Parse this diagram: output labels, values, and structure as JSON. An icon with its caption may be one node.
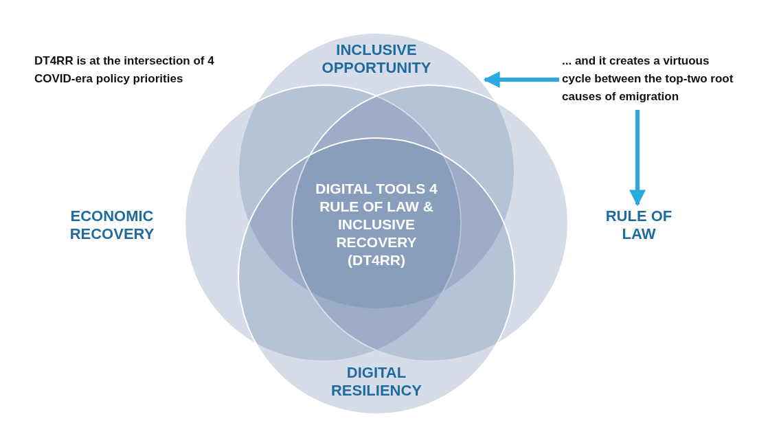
{
  "diagram": {
    "nodes": [
      {
        "text": [
          "INCLUSIVE OPPORTUNITY"
        ]
      },
      {
        "text": [
          "ECONOMIC RECOVERY"
        ]
      },
      {
        "text": [
          "RULE OF LAW"
        ]
      },
      {
        "text": [
          "DIGITAL RESILIENCY"
        ]
      },
      {
        "text": [
          "DIGITAL TOOLS 4 RULE OF LAW & INCLUSIVE RECOVERY (DT4RR)"
        ]
      },
      {
        "text": [
          "... and it creates a virtuous cycle between the top-two root causes of emigration"
        ]
      }
    ],
    "edges": [
      {
        "from": 5,
        "to": 0,
        "arrow": "to"
      },
      {
        "from": 5,
        "to": 2,
        "arrow": "to"
      }
    ],
    "labels": [
      "DT4RR is at the intersection of 4 COVID-era policy priorities"
    ]
  }
}
